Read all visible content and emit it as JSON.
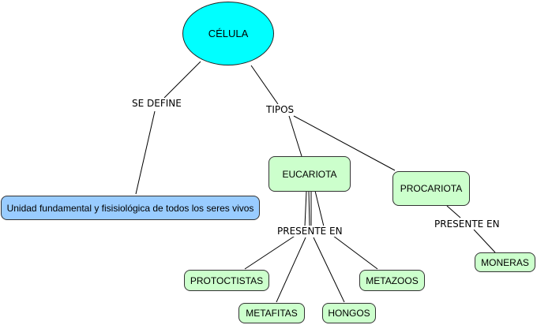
{
  "colors": {
    "root_fill": "#00ffff",
    "concept_fill": "#ccffcc",
    "definition_fill": "#99ccff",
    "line": "#000000"
  },
  "concepts": {
    "celula": "CÉLULA",
    "definicion": "Unidad fundamental y fisisiológica de todos los seres vivos",
    "eucariota": "EUCARIOTA",
    "procariota": "PROCARIOTA",
    "protoctistas": "PROTOCTISTAS",
    "metafitas": "METAFITAS",
    "hongos": "HONGOS",
    "metazoos": "METAZOOS",
    "moneras": "MONERAS"
  },
  "link_phrases": {
    "se_define": "SE DEFINE",
    "tipos": "TIPOS",
    "presente_en_eucariota": "PRESENTE EN",
    "presente_en_procariota": "PRESENTE EN"
  },
  "connections": [
    [
      "celula",
      "se_define"
    ],
    [
      "se_define",
      "definicion"
    ],
    [
      "celula",
      "tipos"
    ],
    [
      "tipos",
      "eucariota"
    ],
    [
      "tipos",
      "procariota"
    ],
    [
      "eucariota",
      "presente_en_eucariota"
    ],
    [
      "presente_en_eucariota",
      "protoctistas"
    ],
    [
      "presente_en_eucariota",
      "metafitas"
    ],
    [
      "presente_en_eucariota",
      "hongos"
    ],
    [
      "presente_en_eucariota",
      "metazoos"
    ],
    [
      "procariota",
      "presente_en_procariota"
    ],
    [
      "presente_en_procariota",
      "moneras"
    ]
  ]
}
